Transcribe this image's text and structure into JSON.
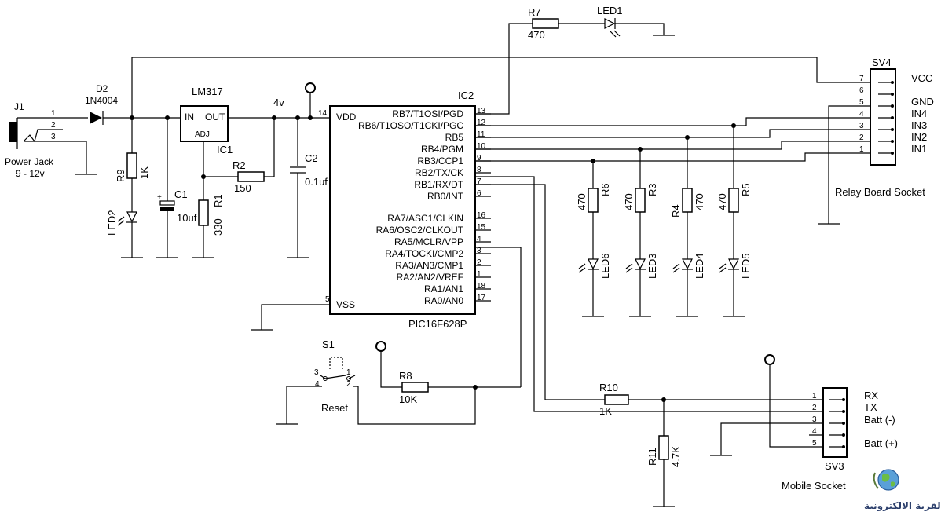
{
  "parts": {
    "j1": {
      "ref": "J1",
      "desc1": "Power Jack",
      "desc2": "9 - 12v",
      "pins": [
        "1",
        "2",
        "3"
      ]
    },
    "d2": {
      "ref": "D2",
      "value": "1N4004"
    },
    "ic1": {
      "name": "LM317",
      "ref": "IC1",
      "pin_in": "IN",
      "pin_out": "OUT",
      "pin_adj": "ADJ"
    },
    "node_4v": "4v",
    "r2": {
      "ref": "R2",
      "value": "150"
    },
    "r1": {
      "ref": "R1",
      "value": "330"
    },
    "r9": {
      "ref": "R9",
      "value": "1K"
    },
    "led2": {
      "ref": "LED2"
    },
    "c1": {
      "ref": "C1",
      "value": "10uf",
      "polarity": "+"
    },
    "c2": {
      "ref": "C2",
      "value": "0.1uf"
    },
    "vdd": "VDD",
    "gnd": "GND",
    "ic2": {
      "ref": "IC2",
      "part": "PIC16F628P",
      "pin_vdd": "VDD",
      "pin_vss": "VSS",
      "vdd_num": "14",
      "vss_num": "5",
      "right_pins": [
        {
          "name": "RB7/T1OSI/PGD",
          "num": "13"
        },
        {
          "name": "RB6/T1OSO/T1CKI/PGC",
          "num": "12"
        },
        {
          "name": "RB5",
          "num": "11"
        },
        {
          "name": "RB4/PGM",
          "num": "10"
        },
        {
          "name": "RB3/CCP1",
          "num": "9"
        },
        {
          "name": "RB2/TX/CK",
          "num": "8"
        },
        {
          "name": "RB1/RX/DT",
          "num": "7"
        },
        {
          "name": "RB0/INT",
          "num": "6"
        },
        {
          "name": "RA7/ASC1/CLKIN",
          "num": "16"
        },
        {
          "name": "RA6/OSC2/CLKOUT",
          "num": "15"
        },
        {
          "name": "RA5/MCLR/VPP",
          "num": "4"
        },
        {
          "name": "RA4/TOCKI/CMP2",
          "num": "3"
        },
        {
          "name": "RA3/AN3/CMP1",
          "num": "2"
        },
        {
          "name": "RA2/AN2/VREF",
          "num": "1"
        },
        {
          "name": "RA1/AN1",
          "num": "18"
        },
        {
          "name": "RA0/AN0",
          "num": "17"
        }
      ]
    },
    "r7": {
      "ref": "R7",
      "value": "470"
    },
    "led1": {
      "ref": "LED1"
    },
    "r6": {
      "ref": "R6",
      "value": "470"
    },
    "r3": {
      "ref": "R3",
      "value": "470"
    },
    "r4": {
      "ref": "R4",
      "value": "470"
    },
    "r5": {
      "ref": "R5",
      "value": "470"
    },
    "led6": {
      "ref": "LED6"
    },
    "led3": {
      "ref": "LED3"
    },
    "led4": {
      "ref": "LED4"
    },
    "led5": {
      "ref": "LED5"
    },
    "sv4": {
      "ref": "SV4",
      "title": "Relay Board Socket",
      "pins": [
        "7",
        "6",
        "5",
        "4",
        "3",
        "2",
        "1"
      ],
      "labels": [
        "VCC",
        "GND",
        "IN4",
        "IN3",
        "IN2",
        "IN1"
      ]
    },
    "s1": {
      "ref": "S1",
      "label": "Reset",
      "pins": [
        "3",
        "4",
        "1",
        "2"
      ]
    },
    "r8": {
      "ref": "R8",
      "value": "10K"
    },
    "r10": {
      "ref": "R10",
      "value": "1K"
    },
    "r11": {
      "ref": "R11",
      "value": "4.7K"
    },
    "sv3": {
      "ref": "SV3",
      "title": "Mobile Socket",
      "pins": [
        "1",
        "2",
        "3",
        "4",
        "5"
      ],
      "labels": [
        "RX",
        "TX",
        "Batt (-)",
        "Batt (+)"
      ]
    }
  },
  "watermark": {
    "text": "القرية الالكترونية",
    "icon": "globe-icon"
  }
}
